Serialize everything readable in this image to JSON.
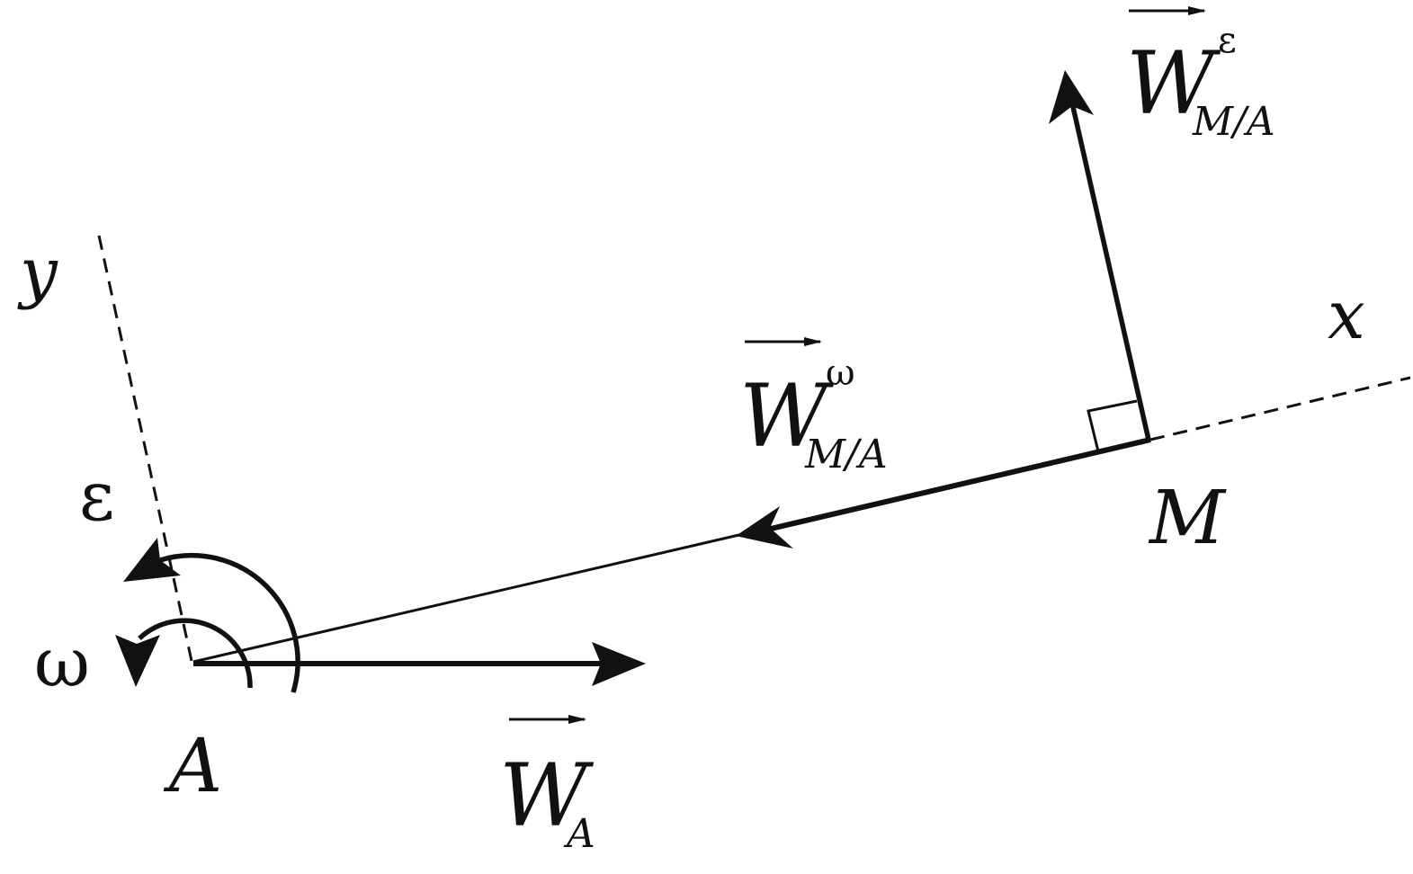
{
  "colors": {
    "ink": "#111111",
    "background": "#ffffff"
  },
  "points": {
    "A": "A",
    "M": "M"
  },
  "axes": {
    "x": "x",
    "y": "y"
  },
  "angular": {
    "omega": "ω",
    "epsilon": "ε"
  },
  "vectors": {
    "wa": {
      "main": "W",
      "sub": "A"
    },
    "w_omega": {
      "main": "W",
      "sup": "ω",
      "sub": "M/A"
    },
    "w_eps": {
      "main": "W",
      "sup": "ε",
      "sub": "M/A"
    }
  }
}
